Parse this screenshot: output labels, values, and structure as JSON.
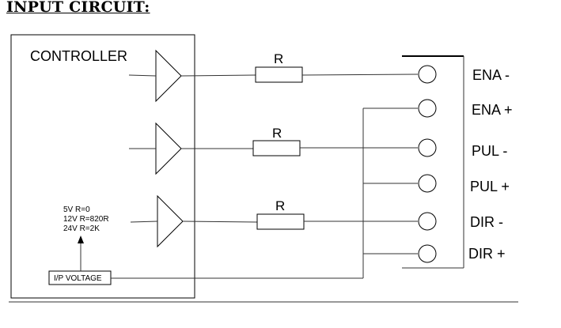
{
  "title": "INPUT CIRCUIT:",
  "controller": {
    "label": "CONTROLLER",
    "voltage_notes": [
      "5V R=0",
      "12V R=820R",
      "24V R=2K"
    ],
    "ip_voltage_label": "I/P VOLTAGE"
  },
  "resistors": [
    {
      "label": "R"
    },
    {
      "label": "R"
    },
    {
      "label": "R"
    }
  ],
  "terminals": [
    {
      "label": "ENA -"
    },
    {
      "label": "ENA +"
    },
    {
      "label": "PUL -"
    },
    {
      "label": "PUL +"
    },
    {
      "label": "DIR -"
    },
    {
      "label": "DIR +"
    }
  ]
}
